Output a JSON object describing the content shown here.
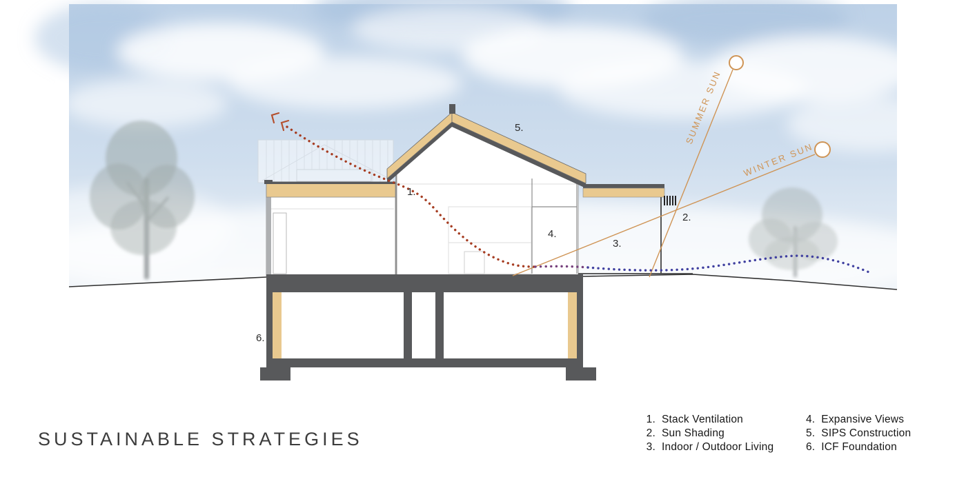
{
  "title": "SUSTAINABLE STRATEGIES",
  "legend": {
    "items_left": [
      {
        "num": "1.",
        "label": "Stack Ventilation"
      },
      {
        "num": "2.",
        "label": "Sun Shading"
      },
      {
        "num": "3.",
        "label": "Indoor / Outdoor Living"
      }
    ],
    "items_right": [
      {
        "num": "4.",
        "label": "Expansive Views"
      },
      {
        "num": "5.",
        "label": "SIPS Construction"
      },
      {
        "num": "6.",
        "label": "ICF Foundation"
      }
    ]
  },
  "diagram": {
    "summer_sun_label": "SUMMER SUN",
    "winter_sun_label": "WINTER SUN",
    "callouts": {
      "stack_ventilation": "1.",
      "sun_shading": "2.",
      "indoor_outdoor": "3.",
      "expansive_views": "4.",
      "sips": "5.",
      "icf": "6."
    },
    "colors": {
      "sun_line": "#cf9455",
      "warm_air": "#a63d22",
      "transition_air": "#76407c",
      "cool_air": "#4040a0",
      "structure_gray": "#58595b",
      "timber_tan": "#e9c98f",
      "sky_blue": "#c3d6ea"
    }
  }
}
